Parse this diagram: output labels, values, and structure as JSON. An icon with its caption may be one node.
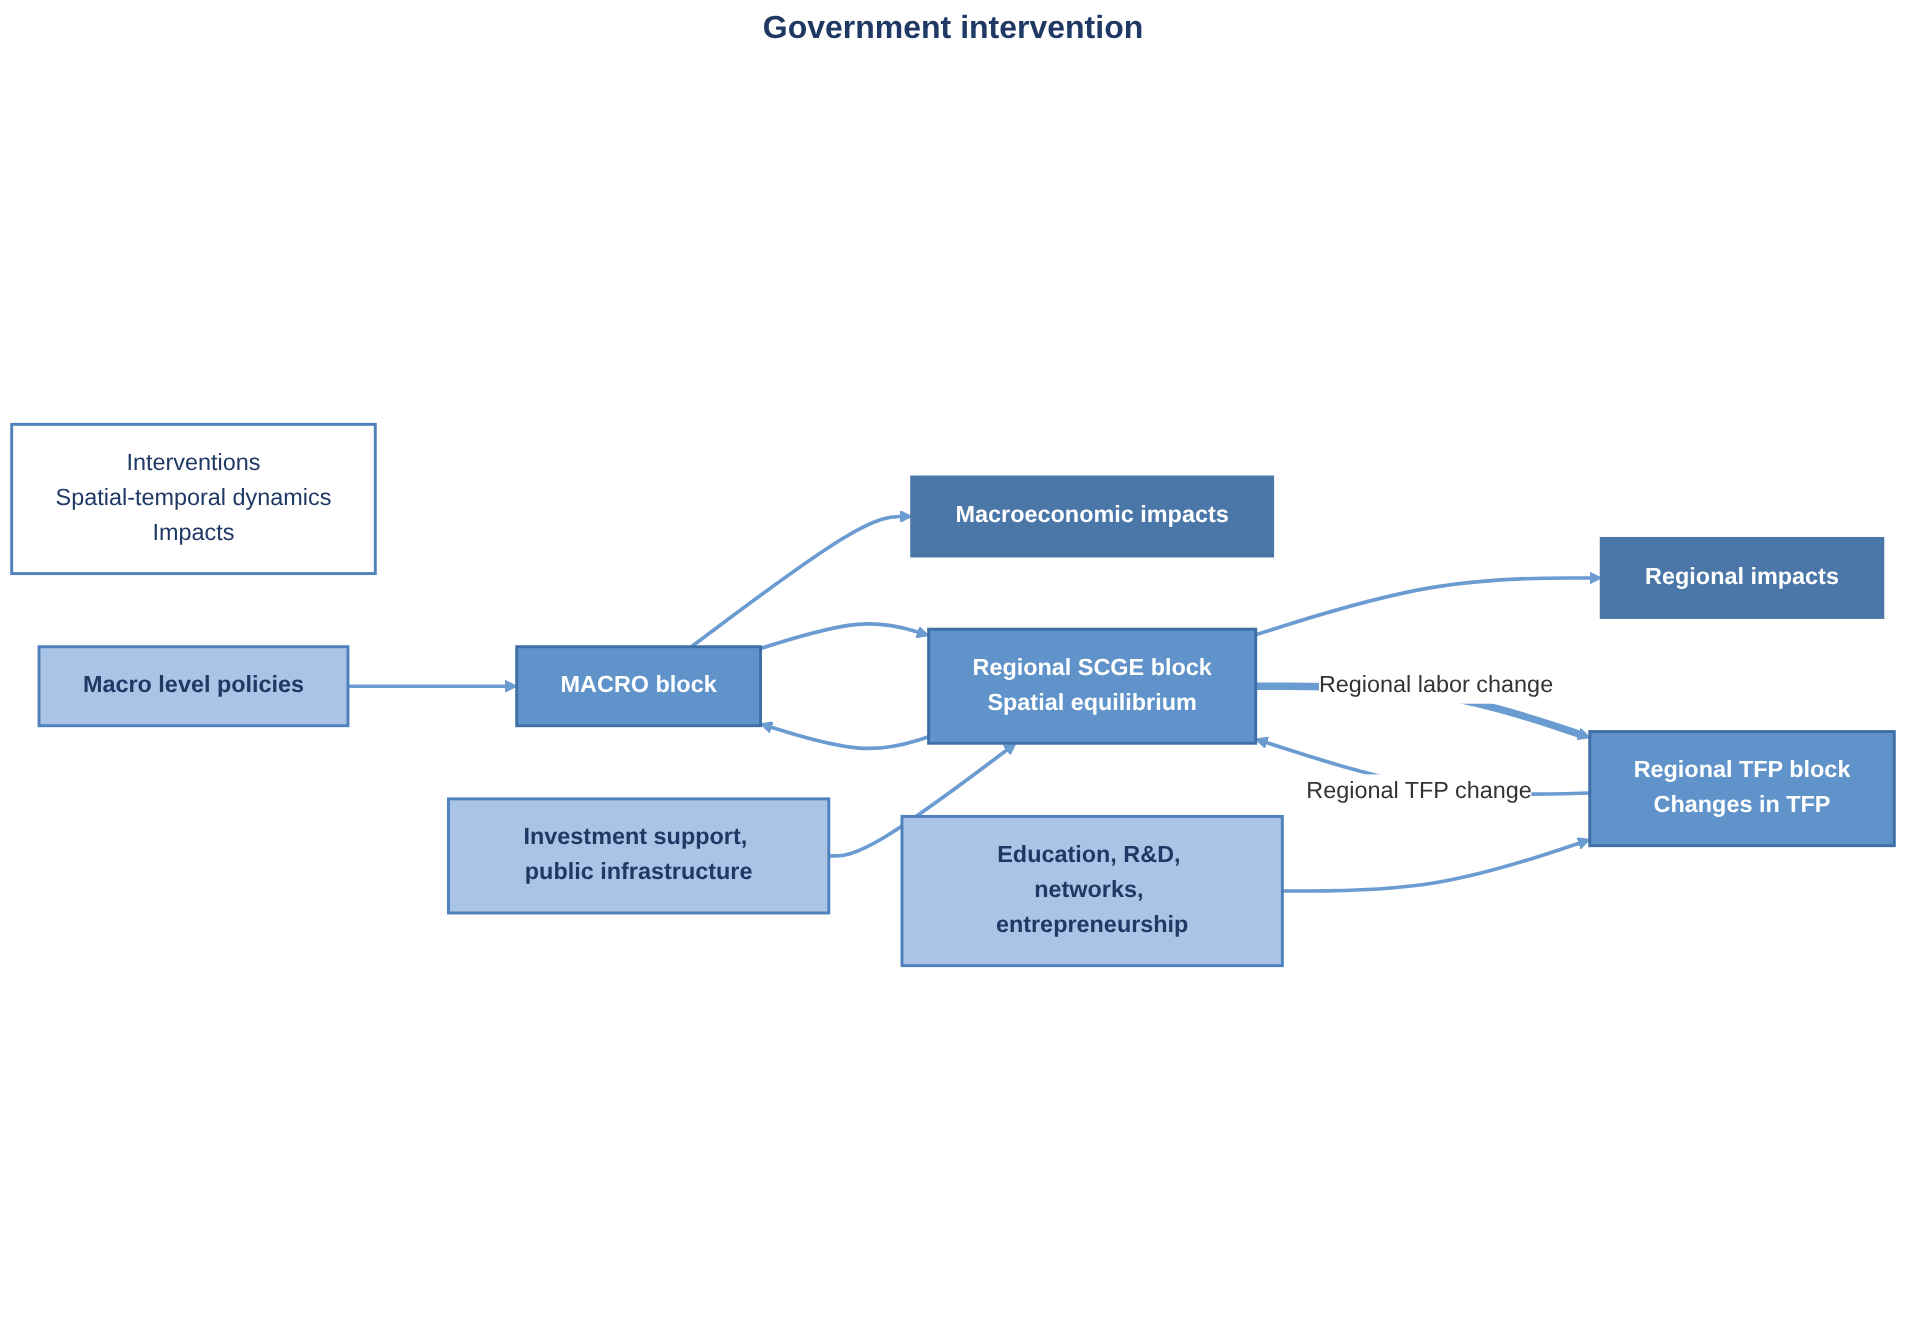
{
  "diagram": {
    "nodes": [
      {
        "text": [
          "Interventions",
          "Spatial-temporal dynamics",
          "Impacts"
        ]
      },
      {
        "text": [
          "Macro level policies"
        ]
      },
      {
        "text": [
          "MACRO block"
        ]
      },
      {
        "text": [
          "Macroeconomic impacts"
        ]
      },
      {
        "text": [
          "Investment support, public infrastructure"
        ]
      },
      {
        "text": [
          "Regional SCGE block",
          "Spatial equilibrium"
        ]
      },
      {
        "text": [
          "Regional impacts"
        ]
      },
      {
        "text": [
          "Education, R&D, networks, entrepreneurship"
        ]
      },
      {
        "text": [
          "Regional TFP block",
          "Changes in TFP"
        ]
      }
    ],
    "edges": [
      {
        "from": 1,
        "to": 2,
        "arrow": "to"
      },
      {
        "from": 2,
        "to": 3,
        "arrow": "to"
      },
      {
        "from": 5,
        "to": 2,
        "arrow": "to"
      },
      {
        "from": 2,
        "to": 5,
        "arrow": "to"
      },
      {
        "from": 4,
        "to": 5,
        "arrow": "to"
      },
      {
        "from": 5,
        "to": 6,
        "arrow": "to"
      },
      {
        "from": 5,
        "to": 8,
        "arrow": "to",
        "label": "Regional labor change",
        "style": "thick"
      },
      {
        "from": 8,
        "to": 5,
        "arrow": "to",
        "label": "Regional TFP change"
      },
      {
        "from": 7,
        "to": 8,
        "arrow": "to"
      }
    ],
    "labels": [
      "Government intervention"
    ]
  }
}
